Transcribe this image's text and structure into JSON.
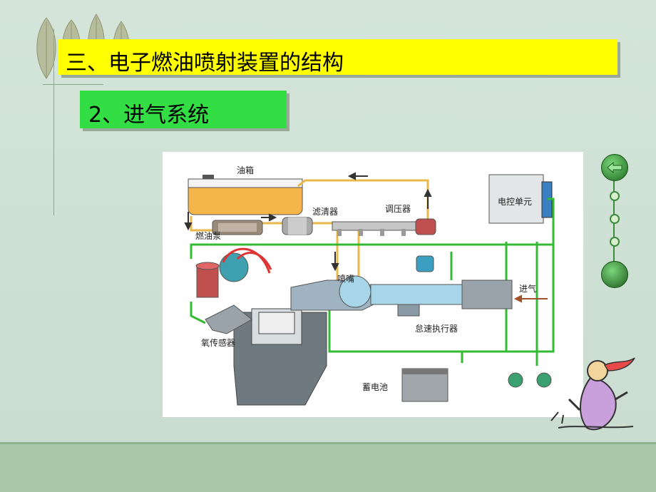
{
  "slide": {
    "title": "三、电子燃油喷射装置的结构",
    "subtitle": "2、进气系统"
  },
  "diagram": {
    "labels": {
      "tank": "油箱",
      "filter": "滤清器",
      "regulator": "调压器",
      "ecu": "电控单元",
      "pump": "燃油泵",
      "injector": "喷嘴",
      "intake": "进气",
      "idle_actuator": "怠速执行器",
      "oxygen_sensor": "氧传感器",
      "battery": "蓄电池"
    }
  },
  "navigation": {
    "back_icon": "back-arrow-icon",
    "next_icon": "next-circle-icon"
  },
  "colors": {
    "title_bg": "#ffff00",
    "subtitle_bg": "#33dd44",
    "fuel_line": "#e8b84a",
    "signal_line": "#33bb33"
  }
}
